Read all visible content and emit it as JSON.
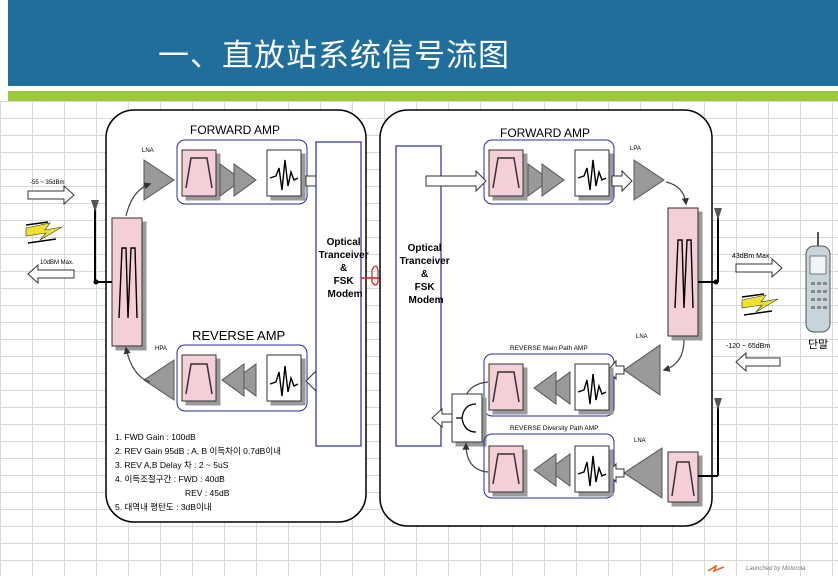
{
  "header": {
    "title": "一、直放站系统信号流图"
  },
  "colors": {
    "header_bg": "#1f6e9c",
    "accent_green": "#9cc83c",
    "group_border": "#2828a8",
    "filter_fill": "#f4cfd8",
    "amp_fill": "#999999"
  },
  "donor": {
    "forward_amp_label": "FORWARD AMP",
    "reverse_amp_label": "REVERSE AMP",
    "lna_label": "LNA",
    "hpa_label": "HPA",
    "input_level": "-55 ~ 35dBm",
    "output_level": "10dBM Max.",
    "optical_lines": [
      "Optical",
      "Tranceiver",
      "&",
      "FSK",
      "Modem"
    ],
    "specs": [
      "1. FWD Gain : 100dB",
      "2. REV Gain 95dB ;  A, B 이득차이 0.7dB이내",
      "3. REV A,B Delay 차 : 2 ~ 5uS",
      "4. 이득조절구간 : FWD : 40dB",
      "REV : 45dB",
      "5. 대역내 평탄도 : 3dB이내"
    ]
  },
  "remote": {
    "forward_amp_label": "FORWARD AMP",
    "reverse_main_label": "REVERSE Main Path AMP",
    "reverse_div_label": "REVERSE Diversity  Path  AMP",
    "lpa_label": "LPA",
    "lna_label": "LNA",
    "optical_lines": [
      "Optical",
      "Tranceiver",
      "&",
      "FSK",
      "Modem"
    ],
    "output_level": "43dBm Max.",
    "input_level": "-120 ~ 65dBm"
  },
  "terminal": {
    "label": "단말"
  },
  "footer": {
    "brand_text": "Launched by Motorola"
  }
}
